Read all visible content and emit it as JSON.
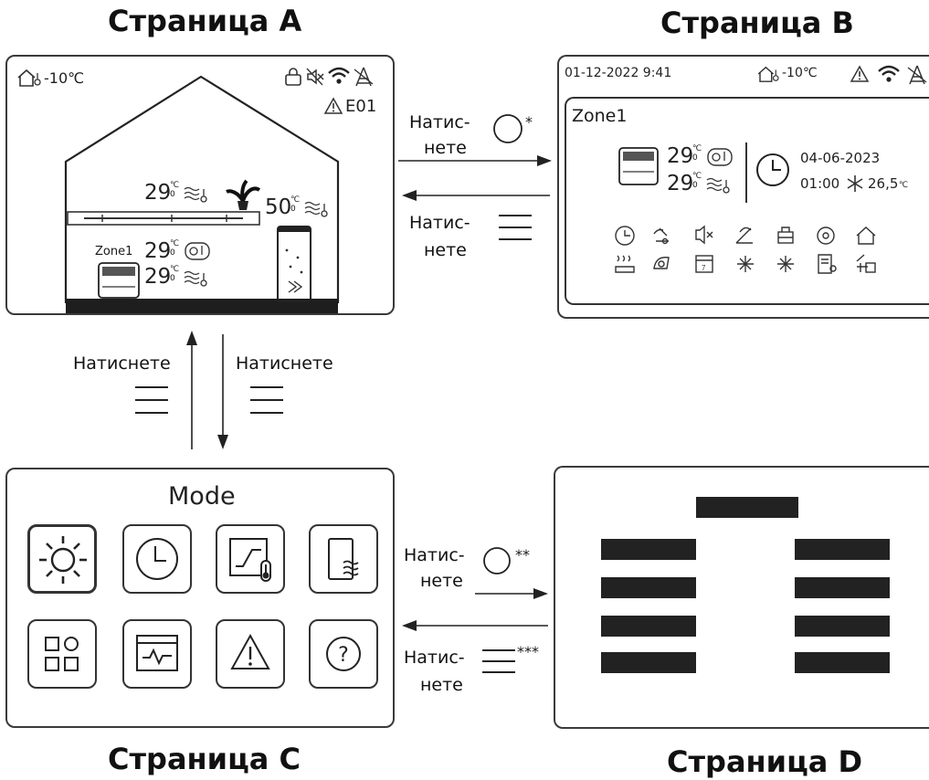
{
  "page_a": {
    "title": "Страница A",
    "outdoor_temp": "-10℃",
    "error_code": "E01",
    "room_temp": "29",
    "room_temp_decimal": "0",
    "tank_temp": "50",
    "tank_temp_decimal": "0",
    "zone_label": "Zone1",
    "zone_temp_top": "29",
    "zone_temp_top_decimal": "0",
    "zone_temp_bottom": "29",
    "zone_temp_bottom_decimal": "0"
  },
  "page_b": {
    "title": "Страница B",
    "datetime": "01-12-2022 9:41",
    "outdoor_temp": "-10℃",
    "zone_label": "Zone1",
    "temp_top": "29",
    "temp_top_decimal": "0",
    "temp_bottom": "29",
    "temp_bottom_decimal": "0",
    "timer_date": "04-06-2023",
    "timer_time": "01:00",
    "timer_temp": "26,5",
    "timer_unit": "℃"
  },
  "page_c": {
    "title": "Страница C",
    "heading": "Mode"
  },
  "page_d": {
    "title": "Страница D"
  },
  "arrows": {
    "ab_line1": "Натис-",
    "ab_line2": "нете",
    "ab_mark": "*",
    "ba_line1": "Натис-",
    "ba_line2": "нете",
    "ac_label": "Натиснете",
    "ca_label": "Натиснете",
    "cd_line1": "Натис-",
    "cd_line2": "нете",
    "cd_mark": "**",
    "dc_line1": "Натис-",
    "dc_line2": "нете",
    "dc_mark": "***"
  },
  "unit_symbol": "℃"
}
